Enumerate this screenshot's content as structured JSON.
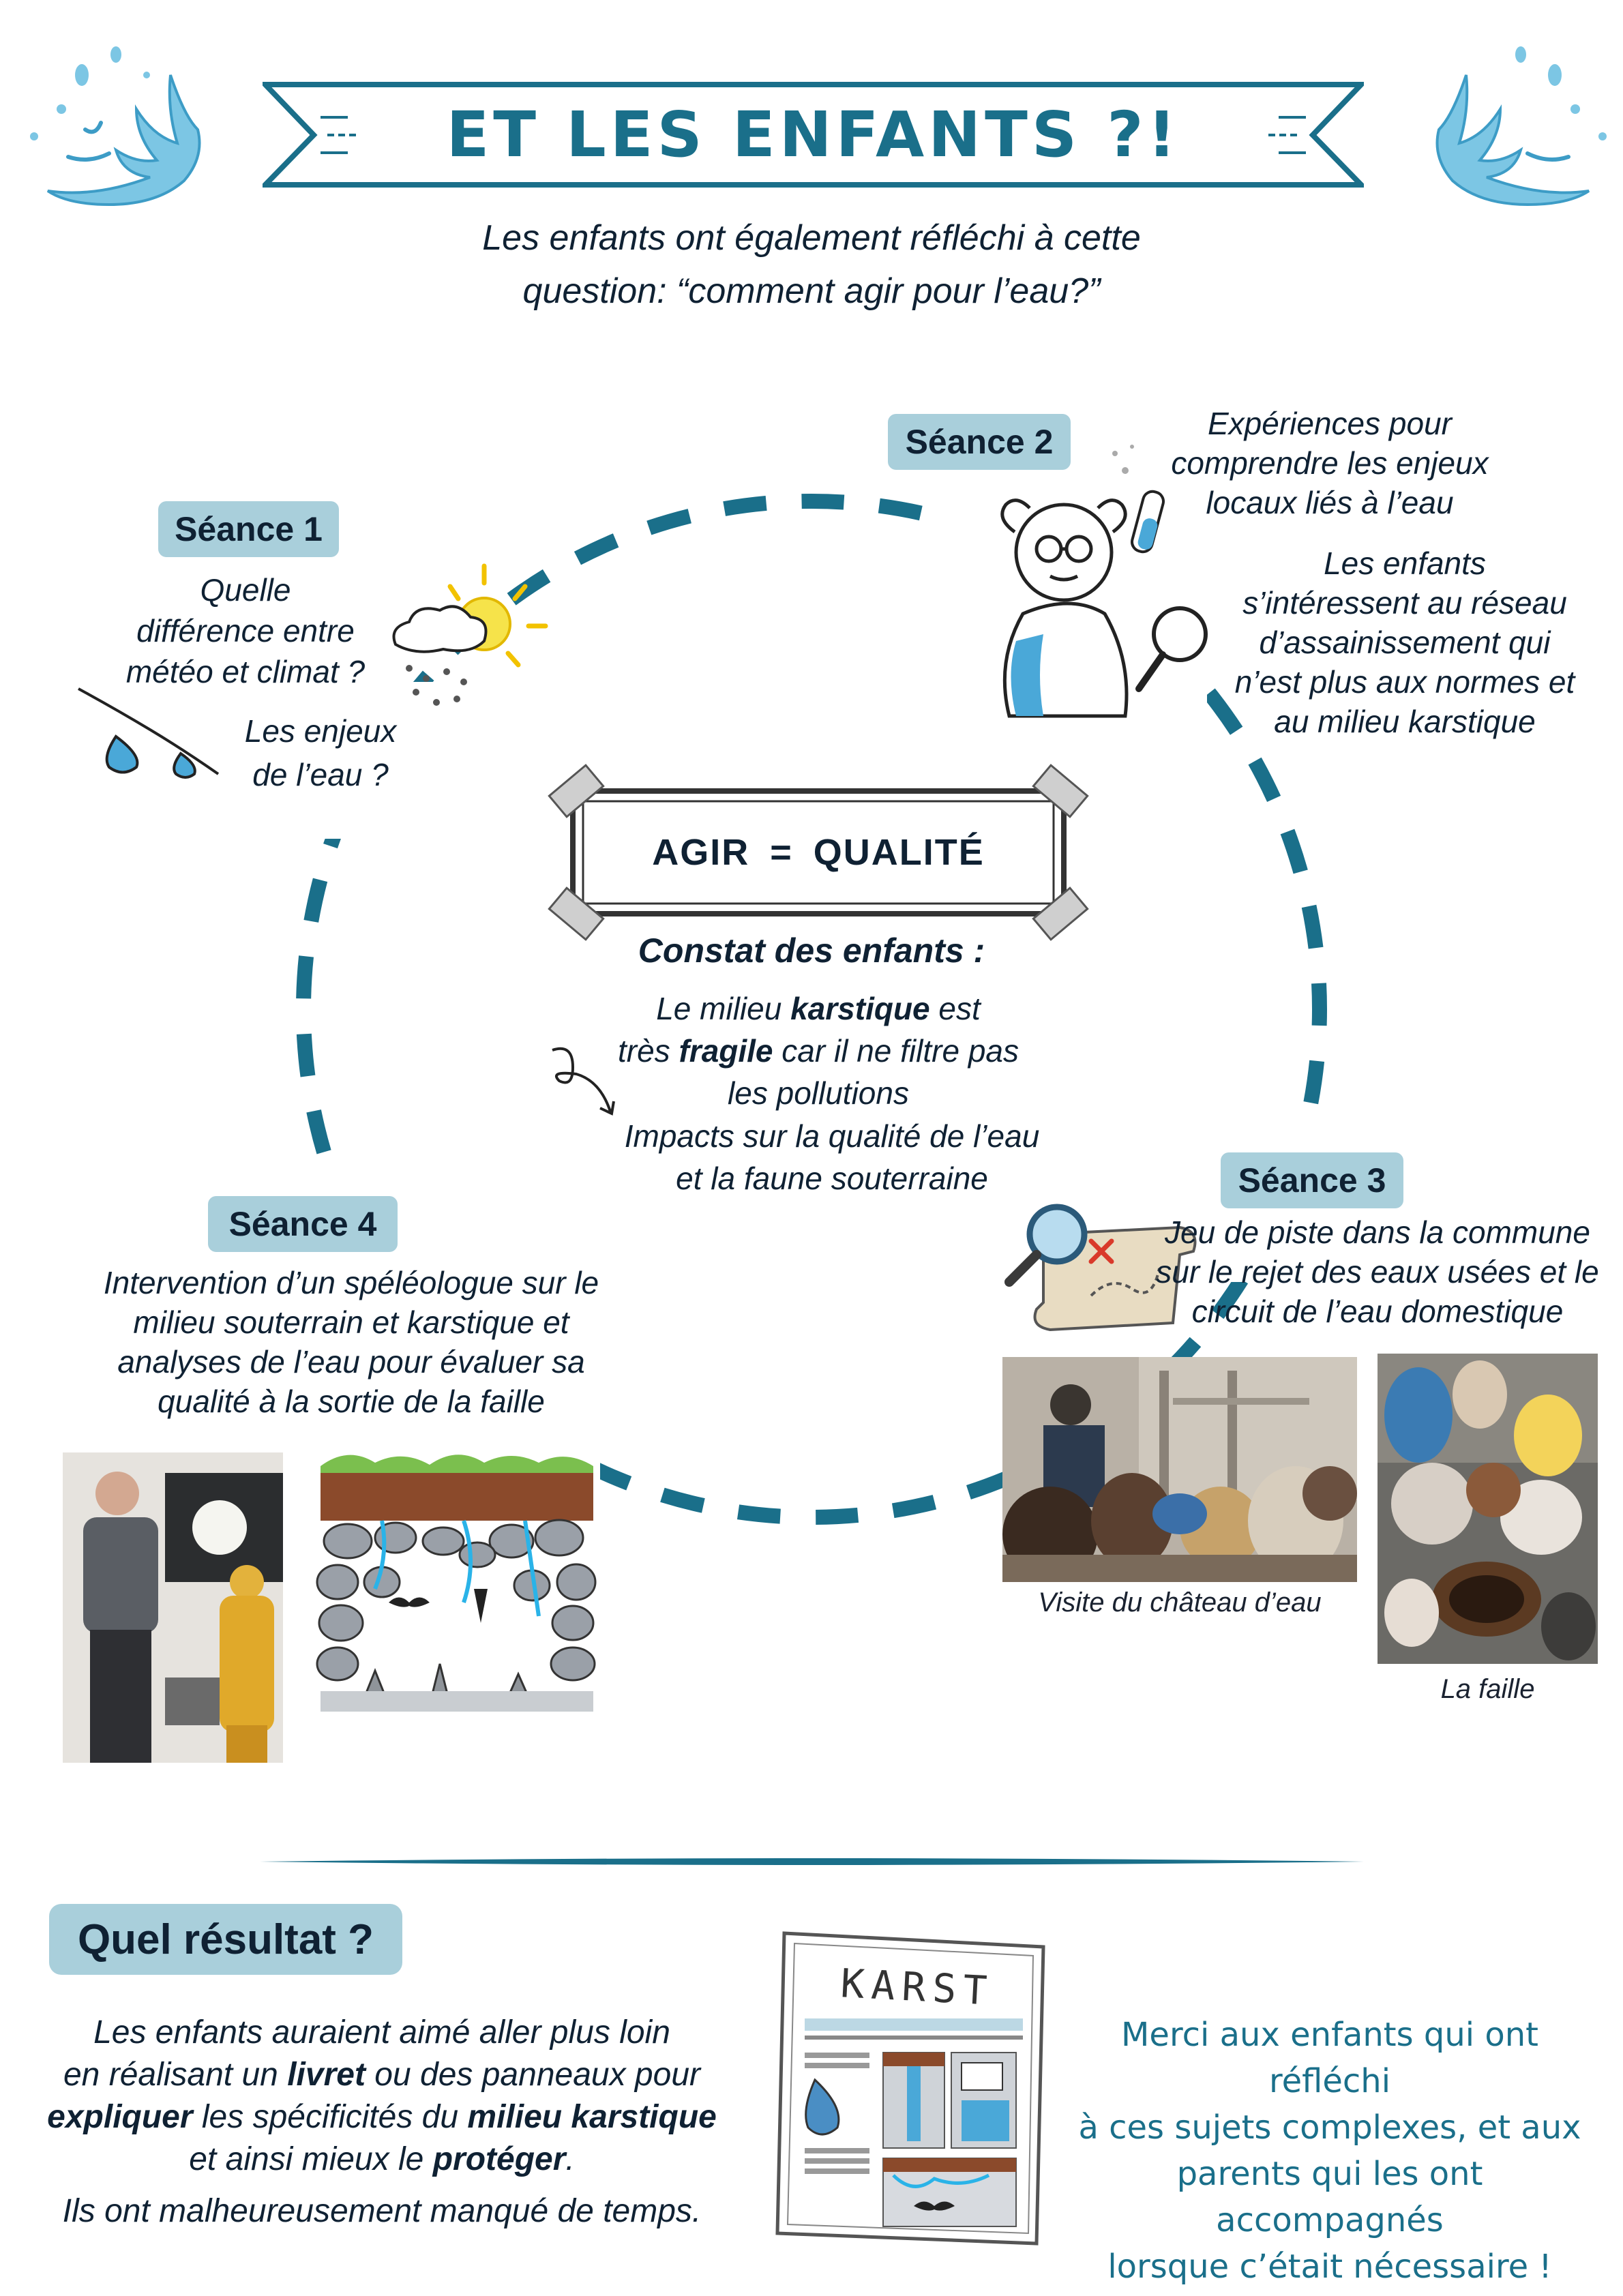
{
  "header": {
    "title": "ET LES ENFANTS ?!",
    "subtitle_line1": "Les enfants ont également réfléchi à cette",
    "subtitle_line2": "question: “comment agir pour l’eau?”"
  },
  "center": {
    "equation_left": "AGIR",
    "equation_eq": "=",
    "equation_right": "QUALITÉ",
    "constat_title": "Constat des enfants :",
    "constat_p1_a": "Le milieu ",
    "constat_p1_b": "karstique",
    "constat_p1_c": " est",
    "constat_p2_a": "très ",
    "constat_p2_b": "fragile",
    "constat_p2_c": " car il ne filtre pas",
    "constat_p3": "les pollutions",
    "constat_p4": "Impacts sur la qualité de l’eau",
    "constat_p5": "et la faune souterraine"
  },
  "sessions": {
    "s1": {
      "label": "Séance 1",
      "q1_l1": "Quelle",
      "q1_l2": "différence entre",
      "q1_l3": "météo et climat ?",
      "q2_l1": "Les enjeux",
      "q2_l2": "de l’eau ?"
    },
    "s2": {
      "label": "Séance 2",
      "t1_l1": "Expériences pour",
      "t1_l2": "comprendre les enjeux",
      "t1_l3": "locaux liés à l’eau",
      "t2_l1": "Les enfants",
      "t2_l2": "s’intéressent au réseau",
      "t2_l3": "d’assainissement qui",
      "t2_l4": "n’est plus aux normes et",
      "t2_l5": "au milieu karstique"
    },
    "s3": {
      "label": "Séance 3",
      "t_l1": "Jeu de piste dans la commune",
      "t_l2": "sur le rejet des eaux usées et le",
      "t_l3": "circuit de l’eau domestique",
      "caption1": "Visite du château d’eau",
      "caption2": "La faille"
    },
    "s4": {
      "label": "Séance 4",
      "t_l1": "Intervention d’un spéléologue sur le",
      "t_l2": "milieu souterrain et karstique et",
      "t_l3": "analyses de l’eau pour évaluer sa",
      "t_l4": "qualité à la sortie de la faille"
    }
  },
  "result": {
    "label": "Quel résultat ?",
    "l1": "Les enfants auraient aimé aller plus loin",
    "l2_a": "en réalisant un ",
    "l2_b": "livret",
    "l2_c": " ou des panneaux pour",
    "l3_a": "expliquer",
    "l3_b": " les spécificités du ",
    "l3_c": "milieu karstique",
    "l4_a": "et ainsi mieux le ",
    "l4_b": "protéger",
    "l4_c": ".",
    "l5": "Ils ont malheureusement manqué de temps.",
    "booklet_title": "KARST",
    "thanks_l1": "Merci aux enfants qui ont réfléchi",
    "thanks_l2": "à ces sujets complexes, et aux",
    "thanks_l3": "parents qui les ont accompagnés",
    "thanks_l4": "lorsque c’était nécessaire !"
  },
  "colors": {
    "accent": "#1a6f8a",
    "tag_bg": "#a9cfdb",
    "text_dark": "#0f2133",
    "water": "#4aa8d8"
  }
}
